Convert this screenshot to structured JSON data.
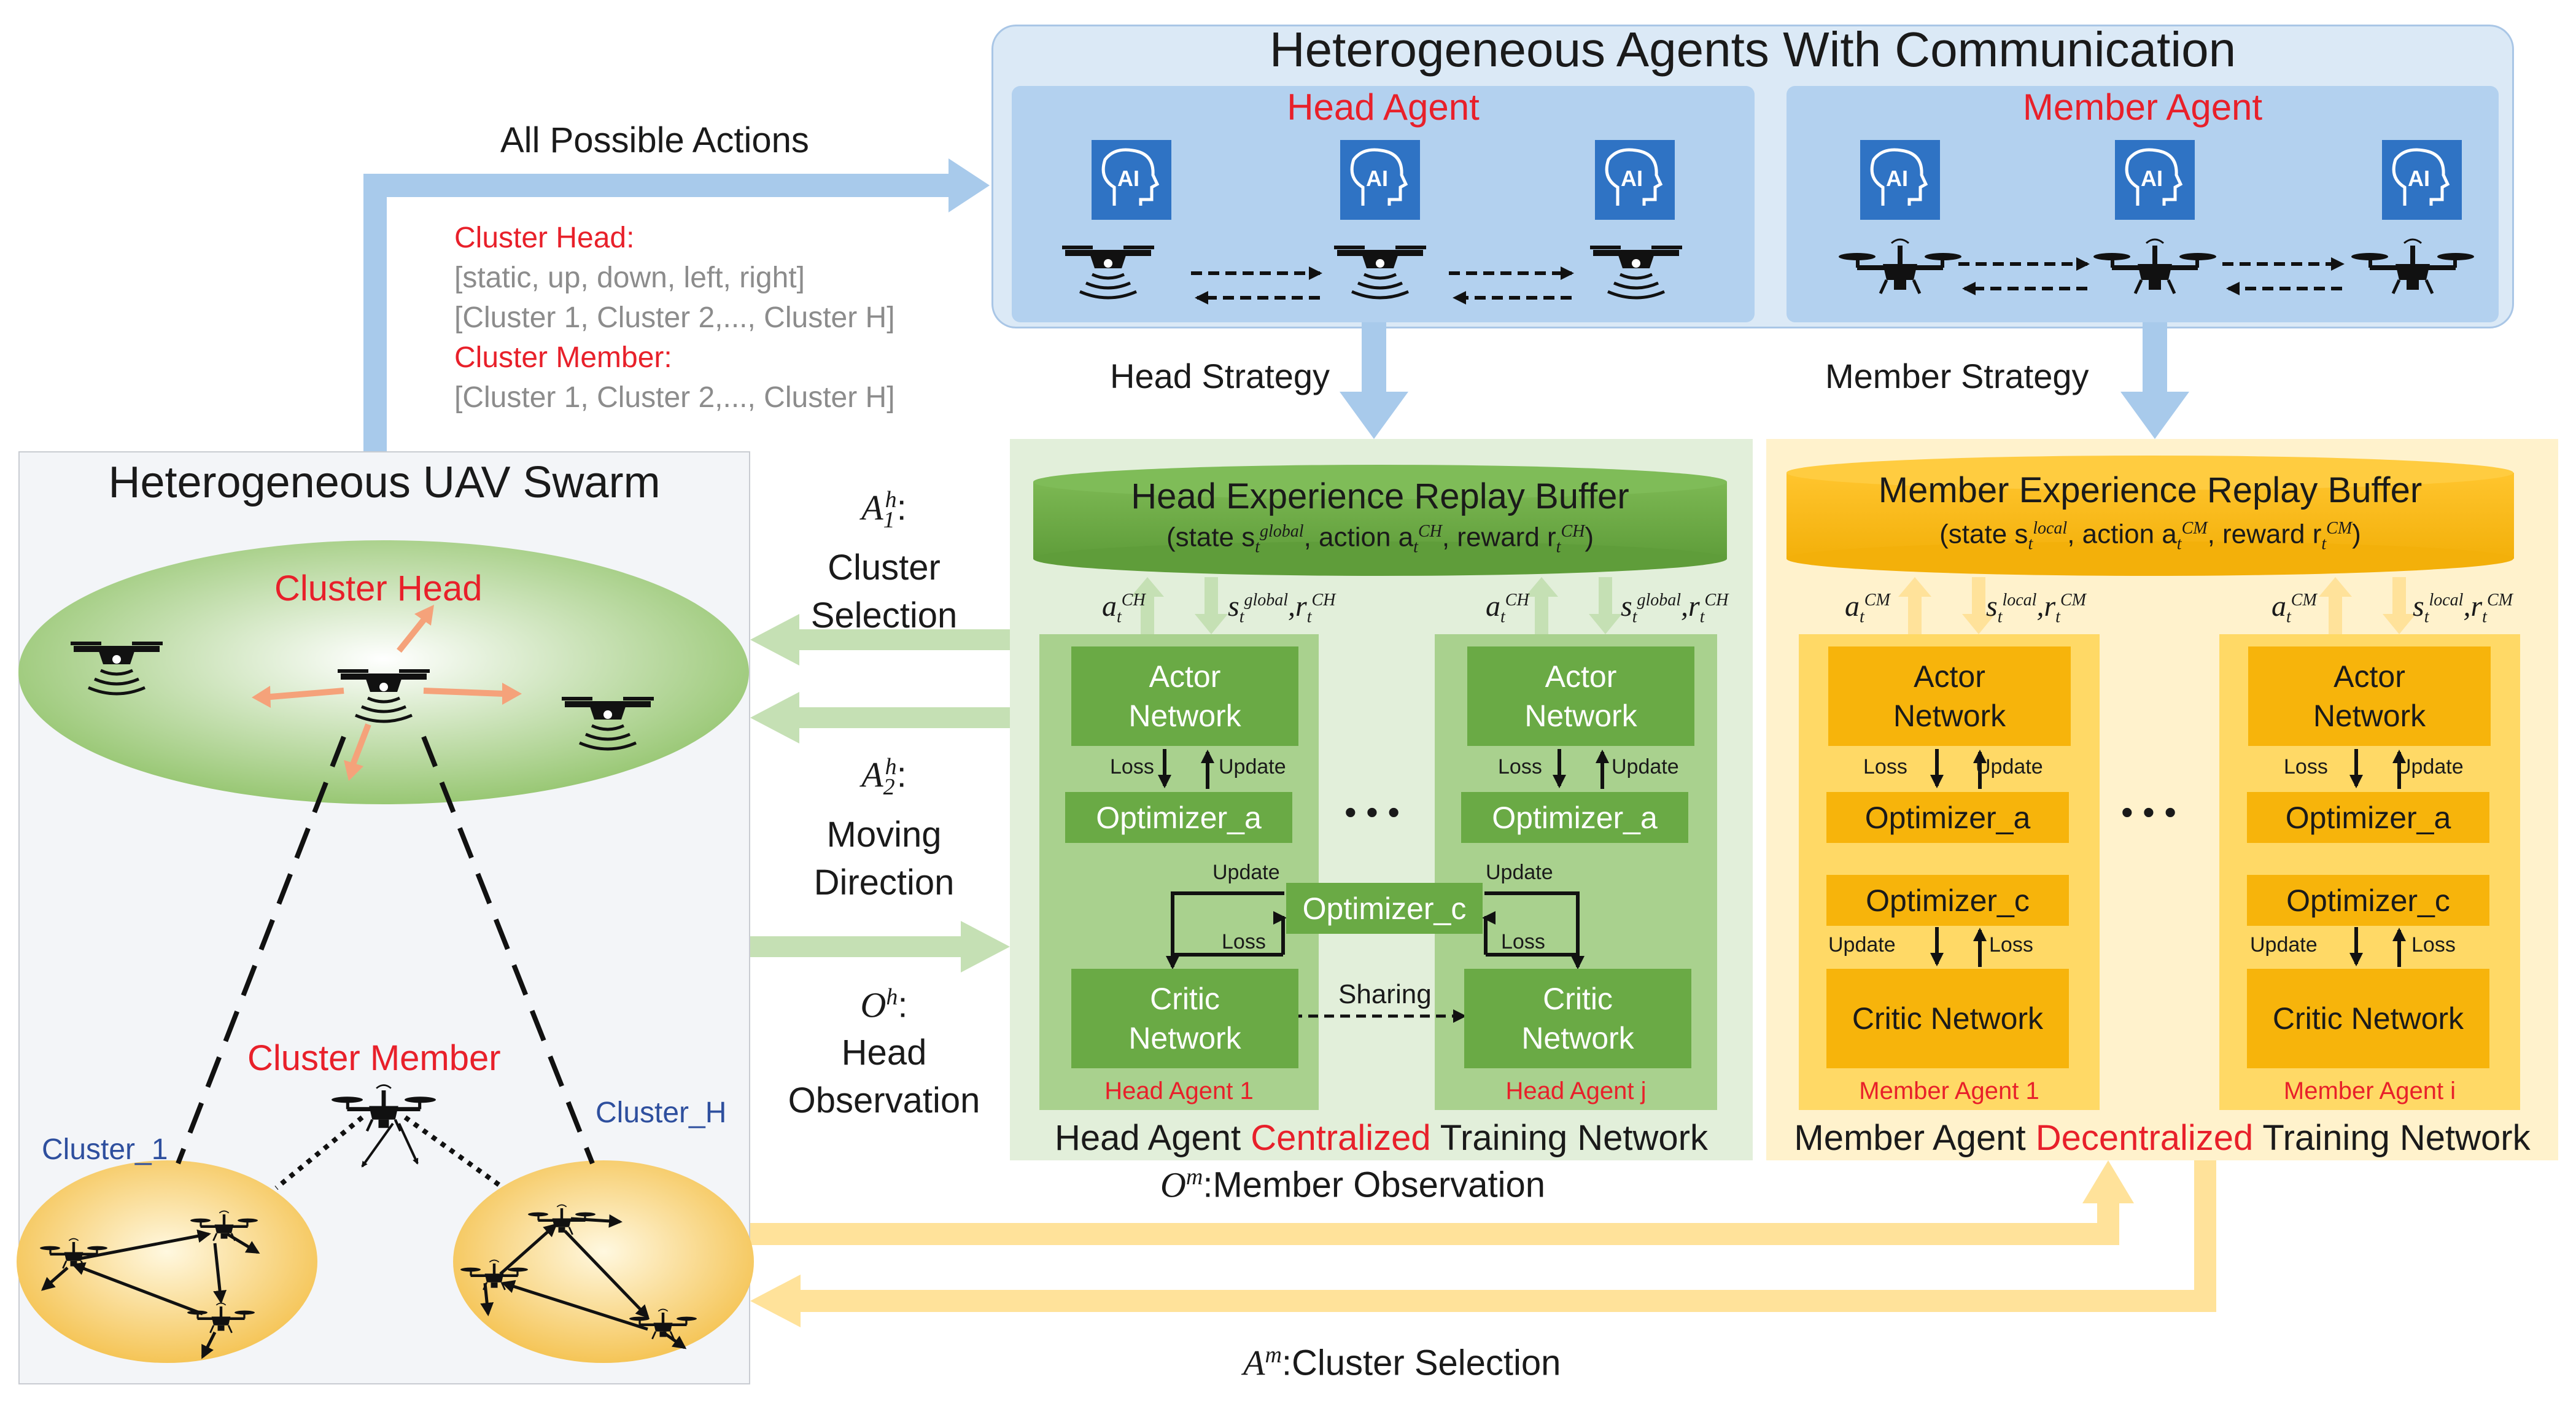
{
  "top_title": "Heterogeneous Agents With Communication",
  "head_agent_label": "Head Agent",
  "member_agent_label": "Member Agent",
  "ai_icon_text": "AI",
  "all_possible_actions": "All Possible Actions",
  "action_space": {
    "cluster_head_label": "Cluster Head:",
    "cluster_head_line1": "[static, up, down, left, right]",
    "cluster_head_line2": "[Cluster 1, Cluster 2,..., Cluster H]",
    "cluster_member_label": "Cluster Member:",
    "cluster_member_line1": "[Cluster 1, Cluster 2,..., Cluster H]"
  },
  "head_strategy": "Head Strategy",
  "member_strategy": "Member Strategy",
  "swarm": {
    "title": "Heterogeneous UAV Swarm",
    "cluster_head": "Cluster Head",
    "cluster_member": "Cluster Member",
    "cluster_1": "Cluster_1",
    "cluster_h": "Cluster_H"
  },
  "middle_labels": {
    "a1_sym": "A",
    "a1_sub": "1",
    "a1_sup": "h",
    "a1_colon": ":",
    "a1_line1": "Cluster",
    "a1_line2": "Selection",
    "a2_sym": "A",
    "a2_sub": "2",
    "a2_sup": "h",
    "a2_colon": ":",
    "a2_line1": "Moving",
    "a2_line2": "Direction",
    "oh_sym": "O",
    "oh_sup": "h",
    "oh_colon": ":",
    "oh_line1": "Head",
    "oh_line2": "Observation"
  },
  "head_network": {
    "buffer_title": "Head Experience Replay Buffer",
    "buffer_sub_1": "(state s",
    "buffer_sub_1_sub": "t",
    "buffer_sub_1_sup": "global",
    "buffer_sub_2": ", action a",
    "buffer_sub_2_sub": "t",
    "buffer_sub_2_sup": "CH",
    "buffer_sub_3": ", reward r",
    "buffer_sub_3_sub": "t",
    "buffer_sub_3_sup": "CH",
    "buffer_sub_4": ")",
    "a_sym": "a",
    "a_sub": "t",
    "a_sup": "CH",
    "s_sym": "s",
    "s_sub": "t",
    "s_sup": "global",
    "r_sep": ",r",
    "r_sub": "t",
    "r_sup": "CH",
    "actor": "Actor",
    "network": "Network",
    "loss": "Loss",
    "update": "Update",
    "optimizer_a": "Optimizer_a",
    "optimizer_c": "Optimizer_c",
    "critic": "Critic",
    "sharing": "Sharing",
    "agent_1": "Head Agent 1",
    "agent_j": "Head Agent j",
    "ellipsis": "• • •",
    "footer_1": "Head Agent ",
    "footer_2": "Centralized",
    "footer_3": " Training Network"
  },
  "member_network": {
    "buffer_title": "Member Experience Replay Buffer",
    "buffer_sub_1": "(state s",
    "buffer_sub_1_sub": "t",
    "buffer_sub_1_sup": "local",
    "buffer_sub_2": ", action a",
    "buffer_sub_2_sub": "t",
    "buffer_sub_2_sup": "CM",
    "buffer_sub_3": ", reward r",
    "buffer_sub_3_sub": "t",
    "buffer_sub_3_sup": "CM",
    "buffer_sub_4": ")",
    "a_sym": "a",
    "a_sub": "t",
    "a_sup": "CM",
    "s_sym": "s",
    "s_sub": "t",
    "s_sup": "local",
    "r_sep": ",r",
    "r_sub": "t",
    "r_sup": "CM",
    "actor": "Actor",
    "network": "Network",
    "loss": "Loss",
    "update": "Update",
    "optimizer_a": "Optimizer_a",
    "optimizer_c": "Optimizer_c",
    "critic_network": "Critic Network",
    "agent_1": "Member Agent 1",
    "agent_i": "Member Agent i",
    "ellipsis": "• • •",
    "footer_1": "Member Agent ",
    "footer_2": "Decentralized",
    "footer_3": " Training Network"
  },
  "om_sym": "O",
  "om_sup": "m",
  "om_text": ":Member Observation",
  "am_sym": "A",
  "am_sup": "m",
  "am_text": ":Cluster Selection",
  "colors": {
    "blue_panel": "#dbe9f6",
    "blue_inner": "#b3d1ef",
    "ai_blue": "#2f73c4",
    "green_dark": "#6aaa45",
    "green_panel": "#e2efda",
    "green_inner": "#a9d18e",
    "yellow_dark": "#f7b40b",
    "yellow_panel": "#fff2cc",
    "yellow_inner": "#ffd966",
    "red": "#e8202a"
  }
}
